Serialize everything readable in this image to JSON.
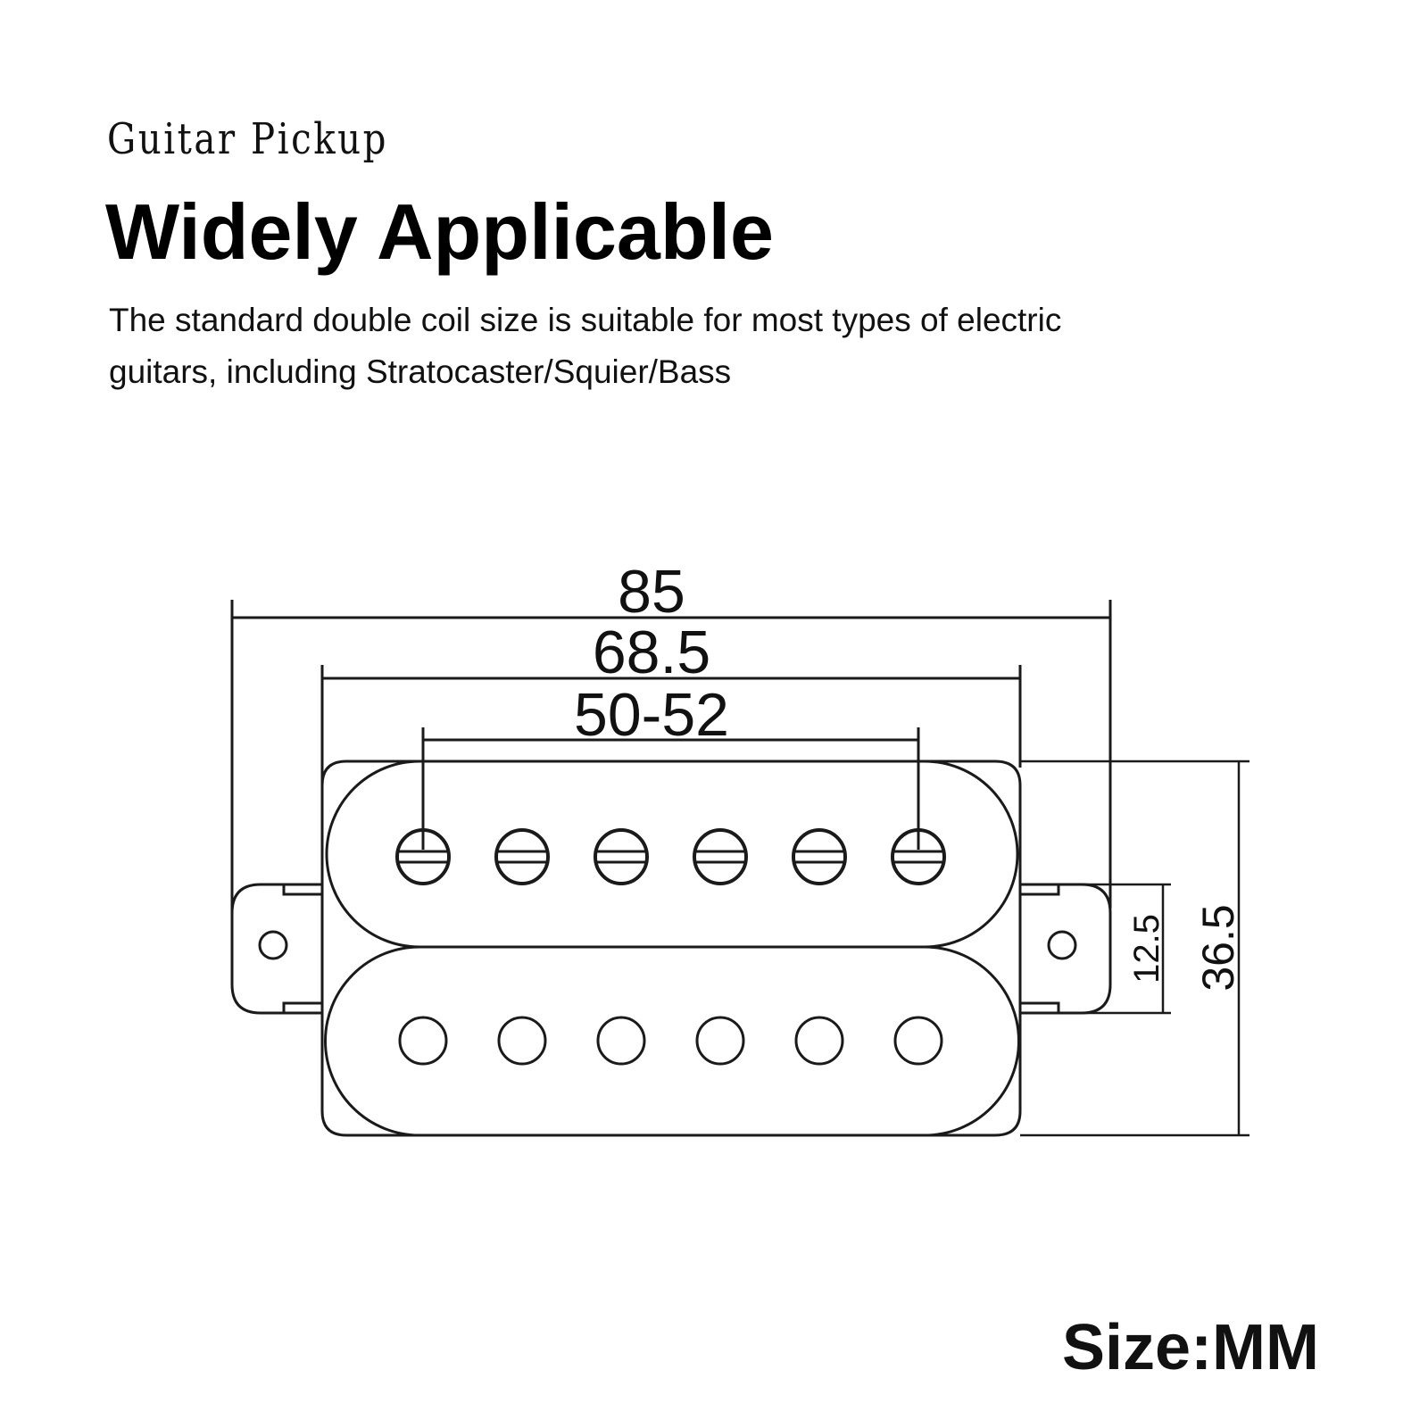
{
  "header": {
    "subtitle": "Guitar Pickup",
    "title": "Widely Applicable",
    "description_lines": [
      "The standard double coil size is suitable for most types of electric",
      "guitars, including Stratocaster/Squier/Bass"
    ]
  },
  "diagram": {
    "type": "humbucker-dimension-drawing",
    "dimensions": {
      "overall_length": "85",
      "cover_length": "68.5",
      "pole_spacing": "50-52",
      "mounting_tab_height": "12.5",
      "cover_width": "36.5"
    },
    "pole_pieces_per_coil": 6,
    "coils": [
      {
        "name": "screw-coil",
        "pole_style": "slotted-screw"
      },
      {
        "name": "slug-coil",
        "pole_style": "plain-slug"
      }
    ],
    "mounting_tabs": [
      "left-tab",
      "right-tab"
    ],
    "line_color": "#1a1a1a"
  },
  "footer": {
    "unit_label": "Size:MM"
  }
}
